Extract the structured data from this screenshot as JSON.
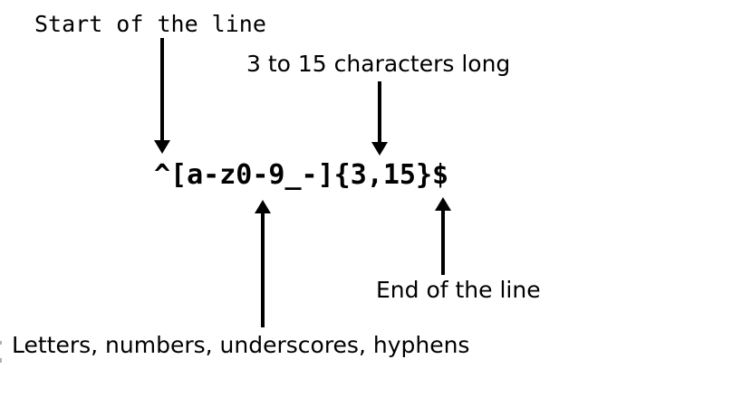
{
  "diagram": {
    "regex": "^[a-z0-9_-]{3,15}$",
    "annotations": {
      "start_of_line": "Start of the line",
      "length": "3 to 15 characters long",
      "charset": "Letters, numbers, underscores, hyphens",
      "end_of_line": "End of the line"
    },
    "colors": {
      "text": "#000000",
      "arrows": "#000000",
      "background": "#ffffff"
    }
  }
}
